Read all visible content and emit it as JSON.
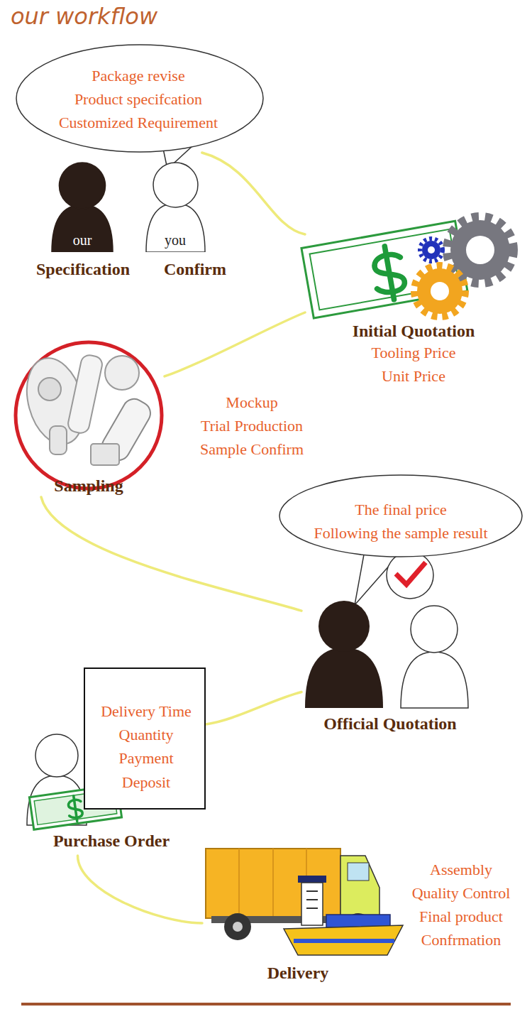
{
  "diagram": {
    "title": "our workflow",
    "nodes": [
      {
        "text": [
          "Package revise",
          "Product specifcation",
          "Customized Requirement"
        ]
      },
      {
        "text": [
          "our"
        ]
      },
      {
        "text": [
          "you"
        ]
      },
      {
        "text": [
          "Initial Quotation"
        ]
      },
      {
        "text": [
          "Sampling"
        ]
      },
      {
        "text": [
          "The final price",
          "Following the sample result"
        ]
      },
      {
        "text": [
          "Official Quotation"
        ]
      },
      {
        "text": [
          "Purchase Order"
        ]
      },
      {
        "text": [
          "Delivery Time",
          "Quantity",
          "Payment",
          "Deposit"
        ],
        "in": 7
      },
      {
        "text": [
          "Delivery"
        ]
      }
    ],
    "edges": [
      {
        "from": 0,
        "to": 3,
        "arrow": "none"
      },
      {
        "from": 3,
        "to": 4,
        "arrow": "none"
      },
      {
        "from": 4,
        "to": 6,
        "arrow": "none"
      },
      {
        "from": 6,
        "to": 8,
        "arrow": "none"
      },
      {
        "from": 7,
        "to": 9,
        "arrow": "none"
      }
    ],
    "labels": [
      "Specification",
      "Confirm",
      "Tooling Price",
      "Unit Price",
      "Mockup",
      "Trial Production",
      "Sample Confirm",
      "Assembly",
      "Quality Control",
      "Final product Confrmation"
    ]
  }
}
